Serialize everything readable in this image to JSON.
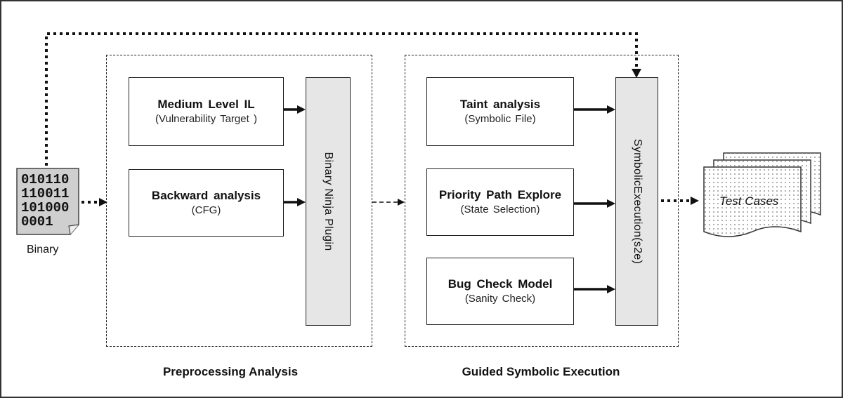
{
  "input": {
    "icon_text": [
      "010110",
      "110011",
      "101000",
      "0001"
    ],
    "label": "Binary"
  },
  "preprocessing": {
    "caption": "Preprocessing Analysis",
    "boxes": [
      {
        "title": "Medium Level IL",
        "subtitle": "(Vulnerability Target )"
      },
      {
        "title": "Backward analysis",
        "subtitle": "(CFG)"
      }
    ],
    "plugin_label": "Binary Ninja Plugin"
  },
  "guided": {
    "caption": "Guided Symbolic Execution",
    "boxes": [
      {
        "title": "Taint analysis",
        "subtitle": "(Symbolic File)"
      },
      {
        "title": "Priority Path Explore",
        "subtitle": "(State Selection)"
      },
      {
        "title": "Bug Check Model",
        "subtitle": "(Sanity Check)"
      }
    ],
    "engine_label": "SymbolicExecution(s2e)"
  },
  "output": {
    "label": "Test Cases"
  }
}
